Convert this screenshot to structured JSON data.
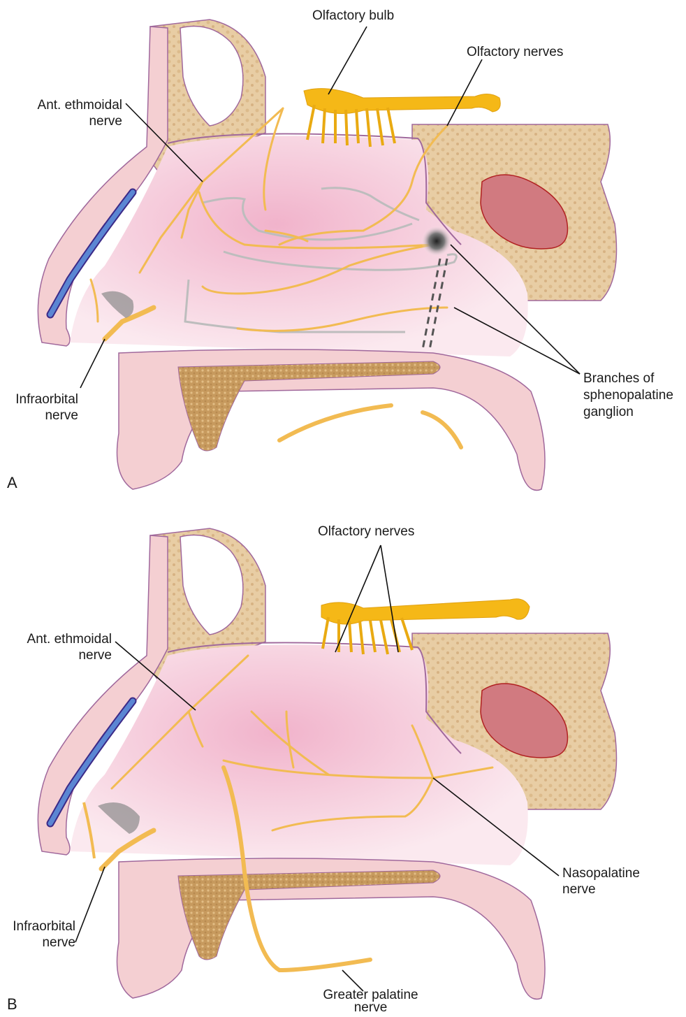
{
  "panel_a": {
    "letter": "A",
    "labels": {
      "olfactory_bulb": "Olfactory bulb",
      "olfactory_nerves": "Olfactory nerves",
      "ant_ethmoidal_1": "Ant. ethmoidal",
      "ant_ethmoidal_2": "nerve",
      "infraorbital_1": "Infraorbital",
      "infraorbital_2": "nerve",
      "spheno_1": "Branches of",
      "spheno_2": "sphenopalatine",
      "spheno_3": "ganglion"
    }
  },
  "panel_b": {
    "letter": "B",
    "labels": {
      "olfactory_nerves": "Olfactory nerves",
      "ant_ethmoidal_1": "Ant. ethmoidal",
      "ant_ethmoidal_2": "nerve",
      "infraorbital_1": "Infraorbital",
      "infraorbital_2": "nerve",
      "nasopalatine_1": "Nasopalatine",
      "nasopalatine_2": "nerve",
      "greater_palatine_1": "Greater palatine",
      "greater_palatine_2": "nerve"
    }
  },
  "colors": {
    "nerve": "#f7c24d",
    "bone": "#e6c9a0",
    "mucosa": "#f8d6df",
    "outline": "#a0689c",
    "sinus": "#d17a80",
    "vessel": "#5b86d3"
  }
}
